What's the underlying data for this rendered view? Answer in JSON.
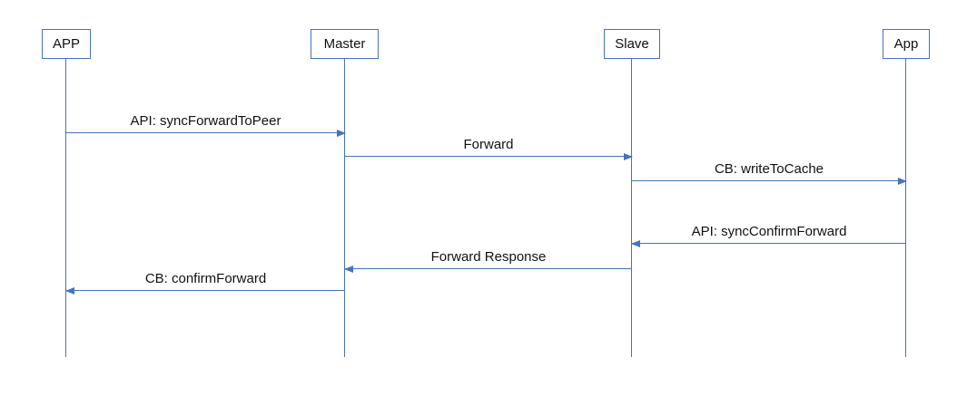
{
  "diagram": {
    "type": "sequence-diagram",
    "colors": {
      "accent": "#4472C4",
      "text": "#111111",
      "background": "#ffffff"
    },
    "actors": [
      {
        "label": "APP"
      },
      {
        "label": "Master"
      },
      {
        "label": "Slave"
      },
      {
        "label": "App"
      }
    ],
    "messages": [
      {
        "label": "API: syncForwardToPeer",
        "from": "APP",
        "to": "Master",
        "direction": "right"
      },
      {
        "label": "Forward",
        "from": "Master",
        "to": "Slave",
        "direction": "right"
      },
      {
        "label": "CB: writeToCache",
        "from": "Slave",
        "to": "App",
        "direction": "right"
      },
      {
        "label": "API: syncConfirmForward",
        "from": "App",
        "to": "Slave",
        "direction": "left"
      },
      {
        "label": "Forward Response",
        "from": "Slave",
        "to": "Master",
        "direction": "left"
      },
      {
        "label": "CB: confirmForward",
        "from": "Master",
        "to": "APP",
        "direction": "left"
      }
    ]
  }
}
